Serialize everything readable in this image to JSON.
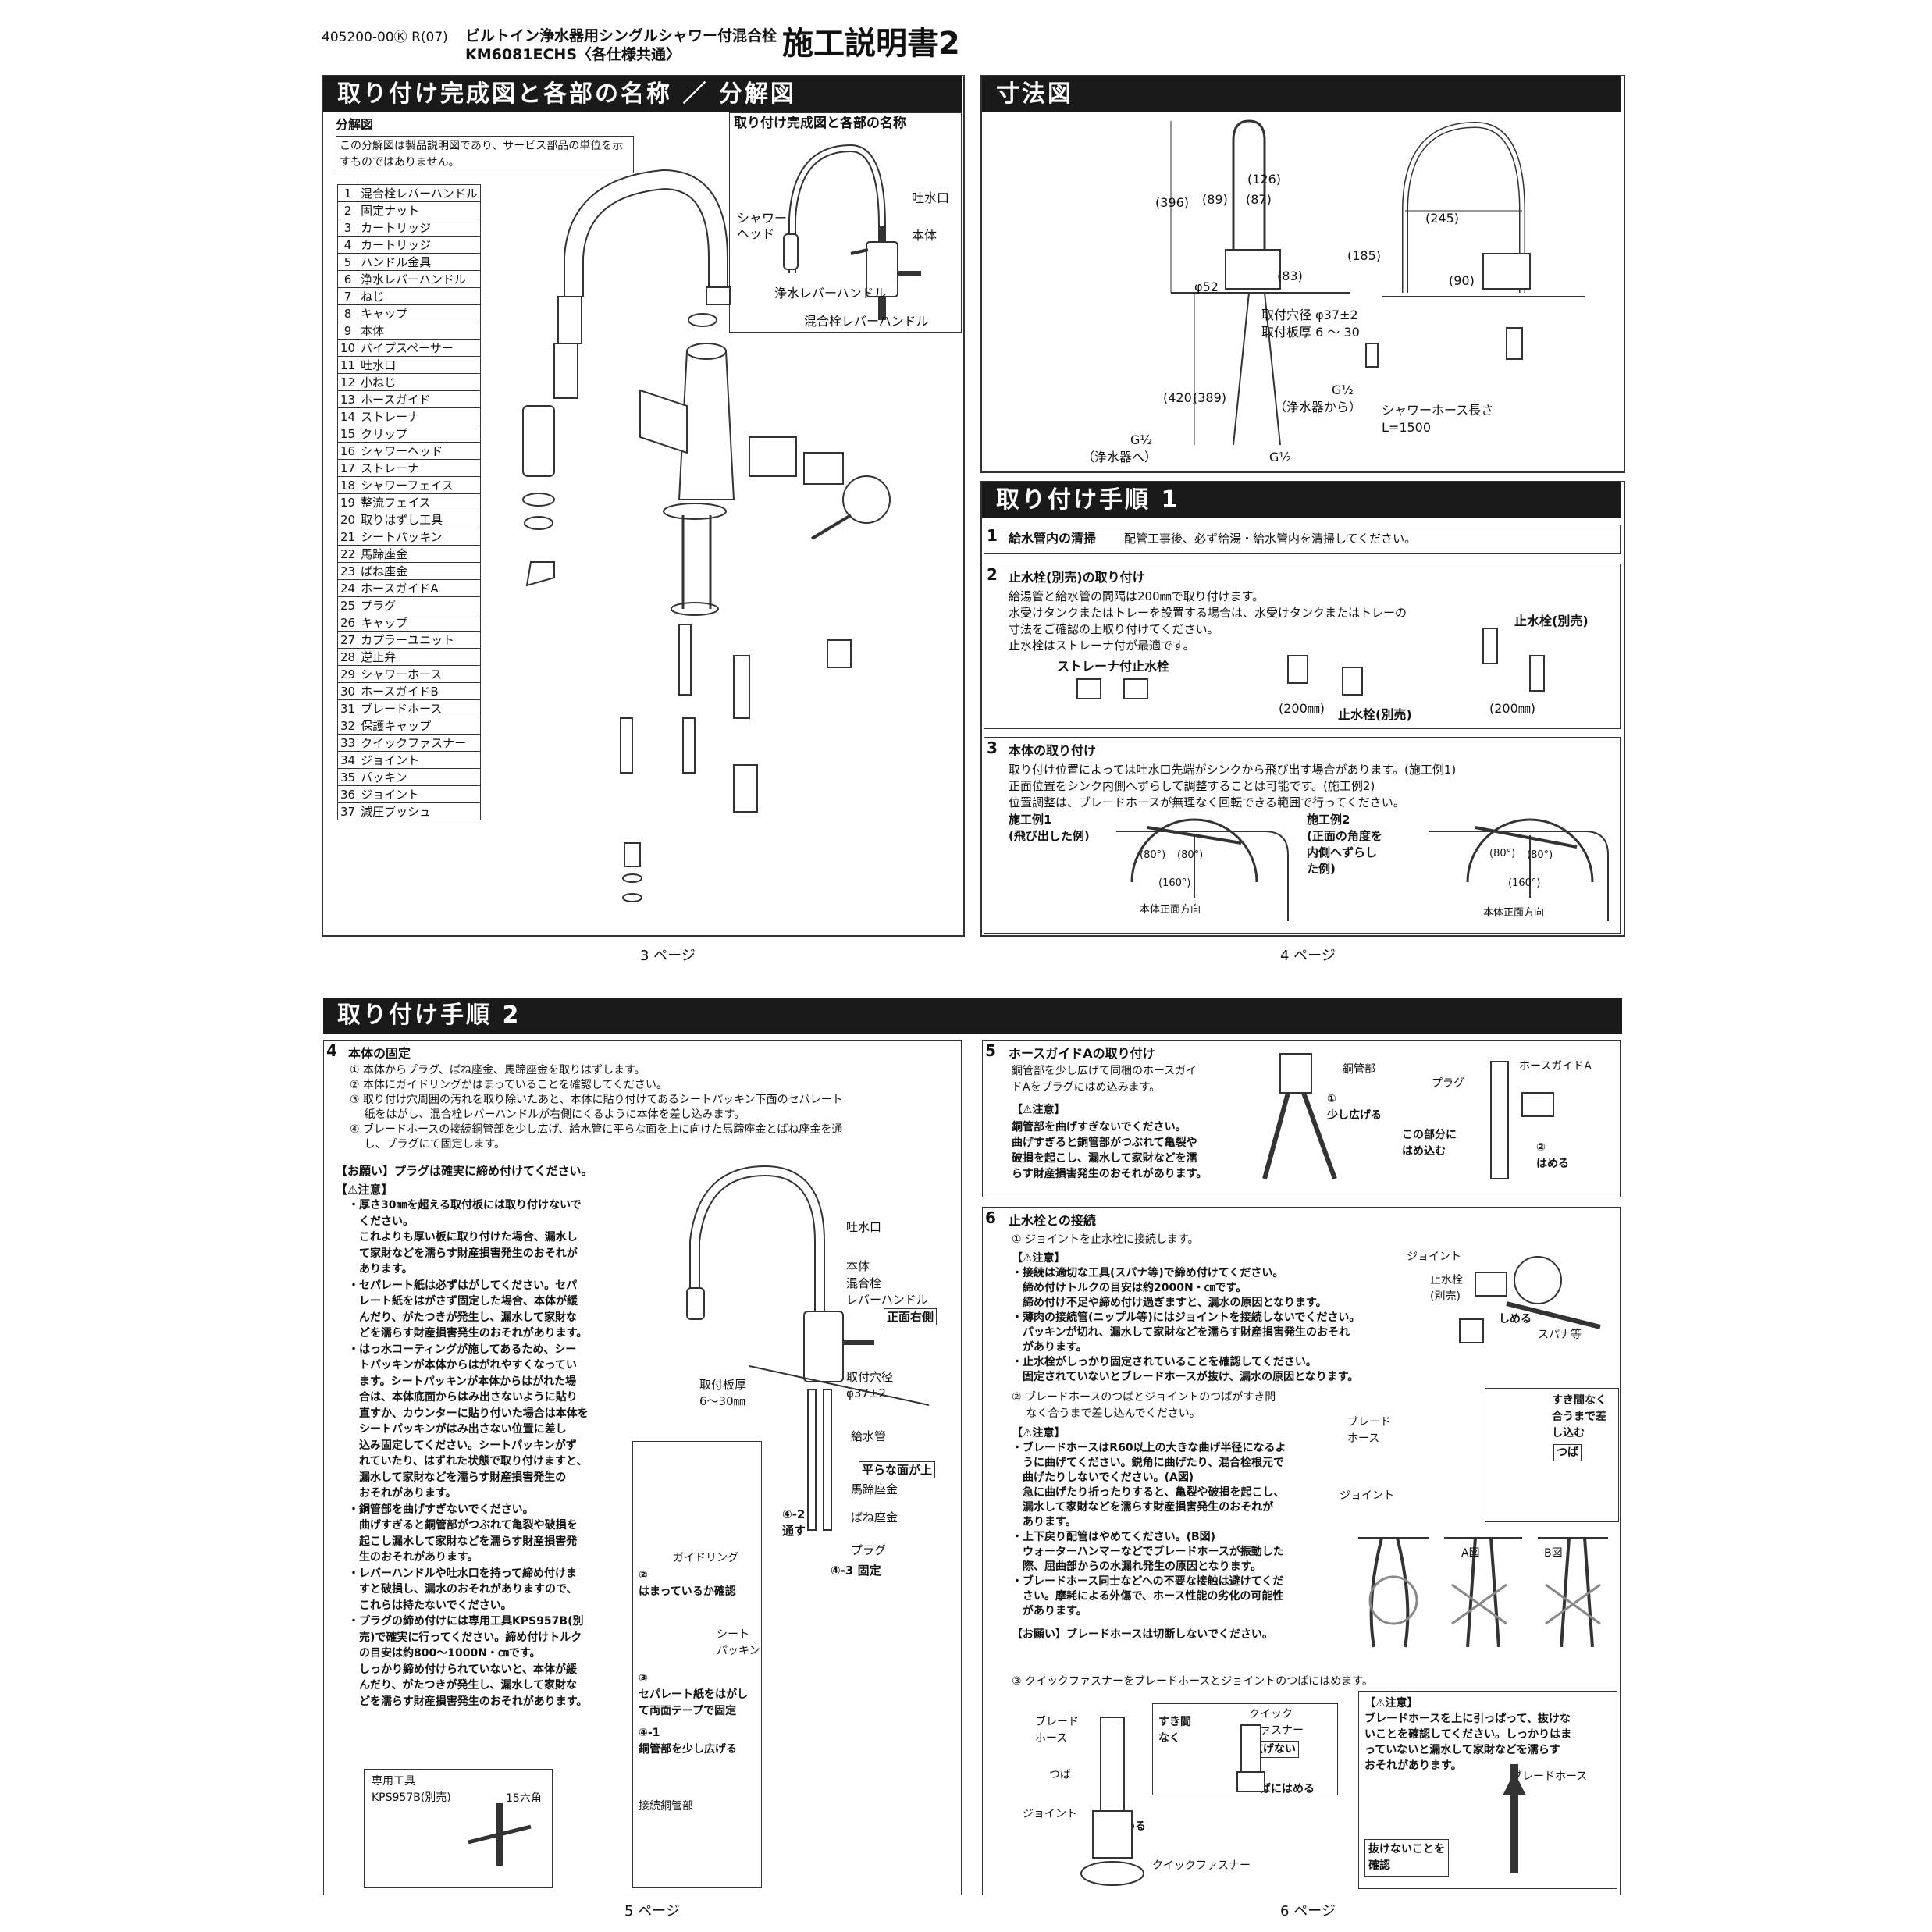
{
  "header": {
    "code": "405200-00Ⓚ R(07)",
    "product": "ビルトイン浄水器用シングルシャワー付混合栓",
    "model": "KM6081ECHS〈各仕様共通〉",
    "title": "施工説明書2"
  },
  "sec1": {
    "title": "取り付け完成図と各部の名称 ／ 分解図",
    "exploded_label": "分解図",
    "note": "この分解図は製品説明図であり、サービス部品の単位を示すものではありません。",
    "complete_label": "取り付け完成図と各部の名称",
    "callouts": {
      "spout": "吐水口",
      "body": "本体",
      "shower_head": "シャワーヘッド",
      "filter_lever": "浄水レバーハンドル",
      "mixer_lever": "混合栓レバーハンドル"
    },
    "parts": [
      "混合栓レバーハンドル",
      "固定ナット",
      "カートリッジ",
      "カートリッジ",
      "ハンドル金具",
      "浄水レバーハンドル",
      "ねじ",
      "キャップ",
      "本体",
      "パイプスペーサー",
      "吐水口",
      "小ねじ",
      "ホースガイド",
      "ストレーナ",
      "クリップ",
      "シャワーヘッド",
      "ストレーナ",
      "シャワーフェイス",
      "整流フェイス",
      "取りはずし工具",
      "シートパッキン",
      "馬蹄座金",
      "ばね座金",
      "ホースガイドA",
      "プラグ",
      "キャップ",
      "カプラーユニット",
      "逆止弁",
      "シャワーホース",
      "ホースガイドB",
      "ブレードホース",
      "保護キャップ",
      "クイックファスナー",
      "ジョイント",
      "パッキン",
      "ジョイント",
      "減圧ブッシュ"
    ],
    "page": "3 ページ"
  },
  "sec2": {
    "title": "寸法図",
    "dims": {
      "d396": "(396)",
      "d126": "(126)",
      "d89": "(89)",
      "d87": "(87)",
      "d83": "(83)",
      "phi52": "φ52",
      "d420": "(420)",
      "d389": "(389)",
      "d185": "(185)",
      "d245": "(245)",
      "d90": "(90)"
    },
    "hole": "取付穴径 φ37±2",
    "plate": "取付板厚 6 ～ 30",
    "g12": "G½",
    "from_filter": "（浄水器から）",
    "to_filter": "（浄水器へ）",
    "hose_len": "シャワーホース長さ",
    "hose_len_val": "L=1500",
    "page": "4 ページ"
  },
  "sec3": {
    "title": "取り付け手順 1",
    "s1_title": "給水管内の清掃",
    "s1_text": "配管工事後、必ず給湯・給水管内を清掃してください。",
    "s2_title": "止水栓(別売)の取り付け",
    "s2_lines": [
      "給湯管と給水管の間隔は200㎜で取り付けます。",
      "水受けタンクまたはトレーを設置する場合は、水受けタンクまたはトレーの",
      "寸法をご確認の上取り付けてください。",
      "止水栓はストレーナ付が最適です。"
    ],
    "s2_labels": {
      "strainer": "ストレーナ付止水栓",
      "stopcock": "止水栓(別売)",
      "stopcock2": "止水栓(別売)",
      "mm200": "(200㎜)",
      "mm200b": "(200㎜)"
    },
    "s3_title": "本体の取り付け",
    "s3_lines": [
      "取り付け位置によっては吐水口先端がシンクから飛び出す場合があります。(施工例1)",
      "正面位置をシンク内側へずらして調整することは可能です。(施工例2)",
      "位置調整は、ブレードホースが無理なく回転できる範囲で行ってください。"
    ],
    "ex1": [
      "施工例1",
      "(飛び出した例)"
    ],
    "ex2": [
      "施工例2",
      "(正面の角度を",
      "内側へずらし",
      "た例)"
    ],
    "angles": {
      "a80": "(80°)",
      "a160": "(160°)"
    },
    "front": "本体正面方向"
  },
  "sec4": {
    "title": "取り付け手順 2",
    "s4_title": "本体の固定",
    "s4_lines": [
      "① 本体からプラグ、ばね座金、馬蹄座金を取りはずします。",
      "② 本体にガイドリングがはまっていることを確認してください。",
      "③ 取り付け穴周囲の汚れを取り除いたあと、本体に貼り付けてあるシートパッキン下面のセパレート",
      "　 紙をはがし、混合栓レバーハンドルが右側にくるように本体を差し込みます。",
      "④ ブレードホースの接続銅管部を少し広げ、給水管に平らな面を上に向けた馬蹄座金とばね座金を通",
      "　 し、プラグにて固定します。"
    ],
    "request": "【お願い】プラグは確実に締め付けてください。",
    "caution_title": "【⚠注意】",
    "cautions": [
      "・厚さ30㎜を超える取付板には取り付けないで",
      "　ください。",
      "　これよりも厚い板に取り付けた場合、漏水し",
      "　て家財などを濡らす財産損害発生のおそれが",
      "　あります。",
      "・セパレート紙は必ずはがしてください。セパ",
      "　レート紙をはがさず固定した場合、本体が緩",
      "　んだり、がたつきが発生し、漏水して家財な",
      "　どを濡らす財産損害発生のおそれがあります。",
      "・はっ水コーティングが施してあるため、シー",
      "　トパッキンが本体からはがれやすくなってい",
      "　ます。シートパッキンが本体からはがれた場",
      "　合は、本体底面からはみ出さないように貼り",
      "　直すか、カウンターに貼り付いた場合は本体を",
      "　シートパッキンがはみ出さない位置に差し",
      "　込み固定してください。シートパッキンがず",
      "　れていたり、はずれた状態で取り付けますと、",
      "　漏水して家財などを濡らす財産損害発生の",
      "　おそれがあります。",
      "・銅管部を曲げすぎないでください。",
      "　曲げすぎると銅管部がつぶれて亀裂や破損を",
      "　起こし漏水して家財などを濡らす財産損害発",
      "　生のおそれがあります。",
      "・レバーハンドルや吐水口を持って締め付けま",
      "　すと破損し、漏水のおそれがありますので、",
      "　これらは持たないでください。",
      "・プラグの締め付けには専用工具KPS957B(別",
      "　売)で確実に行ってください。締め付けトルク",
      "　の目安は約800～1000N・㎝です。",
      "　しっかり締め付けられていないと、本体が緩",
      "　んだり、がたつきが発生し、漏水して家財な",
      "　どを濡らす財産損害発生のおそれがあります。"
    ],
    "tool": [
      "専用工具",
      "KPS957B(別売)"
    ],
    "hex": "15六角",
    "labels": {
      "spout": "吐水口",
      "body": "本体",
      "mixer": [
        "混合栓",
        "レバーハンドル"
      ],
      "front_right": "正面右側",
      "plate": [
        "取付板厚",
        "6～30㎜"
      ],
      "hole": [
        "取付穴径",
        "φ37±2"
      ],
      "supply": "給水管",
      "flat_up": "平らな面が上",
      "horseshoe": "馬蹄座金",
      "spring": "ばね座金",
      "pass": [
        "④-2",
        "通す"
      ],
      "plug": "プラグ",
      "fix": "④-3 固定",
      "guide": "ガイドリング",
      "confirm": [
        "②",
        "はまっているか確認"
      ],
      "sheet": [
        "シート",
        "パッキン"
      ],
      "peel": [
        "③",
        "セパレート紙をはがし",
        "て両面テープで固定"
      ],
      "widen": [
        "④-1",
        "銅管部を少し広げる"
      ],
      "copper": "接続銅管部"
    },
    "page": "5 ページ"
  },
  "sec5": {
    "s5_title": "ホースガイドAの取り付け",
    "s5_lines": [
      "銅管部を少し広げて同梱のホースガイ",
      "ドAをプラグにはめ込みます。"
    ],
    "s5_caution_title": "【⚠注意】",
    "s5_cautions": [
      "銅管部を曲げすぎないでください。",
      "曲げすぎると銅管部がつぶれて亀裂や",
      "破損を起こし、漏水して家財などを濡",
      "らす財産損害発生のおそれがあります。"
    ],
    "s5_labels": {
      "copper": "銅管部",
      "widen": [
        "①",
        "少し広げる"
      ],
      "plug": "プラグ",
      "guideA": "ホースガイドA",
      "fit_here": [
        "この部分に",
        "はめ込む"
      ],
      "fit": [
        "②",
        "はめる"
      ]
    },
    "s6_title": "止水栓との接続",
    "s6_l1": "① ジョイントを止水栓に接続します。",
    "s6_caution_title": "【⚠注意】",
    "s6_cautions1": [
      "・接続は適切な工具(スパナ等)で締め付けてください。",
      "　締め付けトルクの目安は約2000N・㎝です。",
      "　締め付け不足や締め付け過ぎますと、漏水の原因となります。",
      "・薄肉の接続管(ニップル等)にはジョイントを接続しないでください。",
      "　パッキンが切れ、漏水して家財などを濡らす財産損害発生のおそれ",
      "　があります。",
      "・止水栓がしっかり固定されていることを確認してください。",
      "　固定されていないとブレードホースが抜け、漏水の原因となります。"
    ],
    "s6_l2": [
      "② ブレードホースのつばとジョイントのつばがすき間",
      "　 なく合うまで差し込んでください。"
    ],
    "s6_cautions2": [
      "・ブレードホースはR60以上の大きな曲げ半径になるよ",
      "　うに曲げてください。鋭角に曲げたり、混合栓根元で",
      "　曲げたりしないでください。(A図)",
      "　急に曲げたり折ったりすると、亀裂や破損を起こし、",
      "　漏水して家財などを濡らす財産損害発生のおそれが",
      "　あります。",
      "・上下戻り配管はやめてください。(B図)",
      "　ウォーターハンマーなどでブレードホースが振動した",
      "　際、屈曲部からの水漏れ発生の原因となります。",
      "・ブレードホース同士などへの不要な接触は避けてくだ",
      "　さい。摩耗による外傷で、ホース性能の劣化の可能性",
      "　があります。"
    ],
    "s6_request": "【お願い】ブレードホースは切断しないでください。",
    "s6_l3": "③ クイックファスナーをブレードホースとジョイントのつばにはめます。",
    "s6_caution3_title": "【⚠注意】",
    "s6_cautions3": [
      "ブレードホースを上に引っぱって、抜けな",
      "いことを確認してください。しっかりはま",
      "っていないと漏水して家財などを濡らす",
      "おそれがあります。"
    ],
    "s6_labels": {
      "joint": "ジョイント",
      "stopcock": [
        "止水栓",
        "(別売)"
      ],
      "tighten": "しめる",
      "spanner": "スパナ等",
      "braid": [
        "ブレード",
        "ホース"
      ],
      "nogap": [
        "すき間なく",
        "合うまで差",
        "し込む"
      ],
      "flange": "つば",
      "joint2": "ジョイント",
      "figA": "A図",
      "figB": "B図",
      "braid2": [
        "ブレード",
        "ホース"
      ],
      "nogap2": [
        "すき間",
        "なく"
      ],
      "quick": [
        "クイック",
        "ファスナー"
      ],
      "nofit": "広げない",
      "fit_flange": "つばにはめる",
      "flange2": "つば",
      "joint3": "ジョイント",
      "fit2": "はめる",
      "quick2": "クイックファスナー",
      "braid3": "ブレードホース",
      "confirm": [
        "抜けないことを",
        "確認"
      ]
    },
    "page": "6 ページ"
  }
}
